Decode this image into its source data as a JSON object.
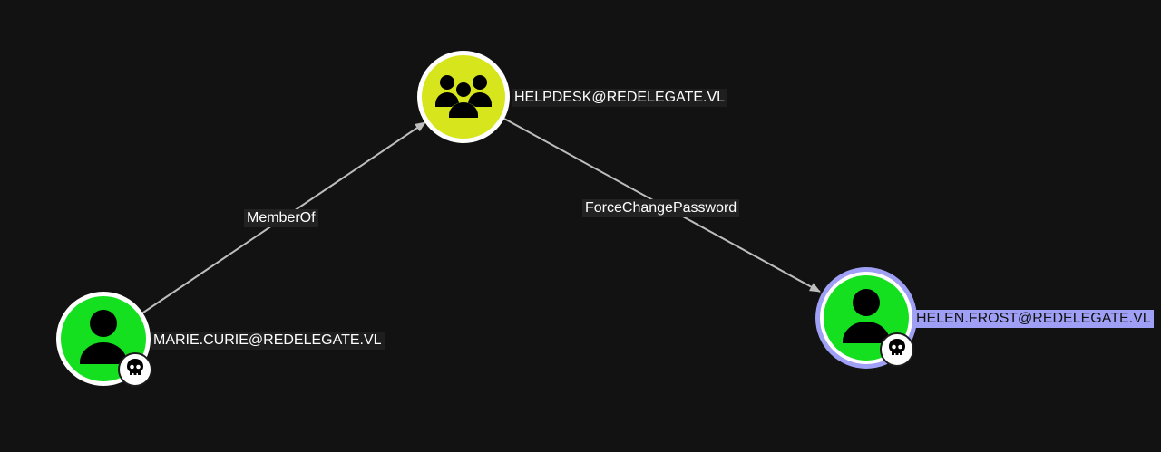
{
  "graph": {
    "colors": {
      "background": "#121212",
      "user_node_fill": "#14e01f",
      "group_node_fill": "#d7e51d",
      "node_ring": "#ffffff",
      "selected_ring": "#9fa0f5",
      "edge": "#bdbdbd"
    },
    "nodes": {
      "marie": {
        "label": "MARIE.CURIE@REDELEGATE.VL",
        "kind": "user",
        "icon": "user-icon",
        "badge_icon": "skull-icon"
      },
      "helpdesk": {
        "label": "HELPDESK@REDELEGATE.VL",
        "kind": "group",
        "icon": "group-icon"
      },
      "helen": {
        "label": "HELEN.FROST@REDELEGATE.VL",
        "kind": "user",
        "icon": "user-icon",
        "badge_icon": "skull-icon",
        "selected": true
      }
    },
    "edges": {
      "member_of": {
        "label": "MemberOf",
        "from": "MARIE.CURIE@REDELEGATE.VL",
        "to": "HELPDESK@REDELEGATE.VL"
      },
      "force_change_password": {
        "label": "ForceChangePassword",
        "from": "HELPDESK@REDELEGATE.VL",
        "to": "HELEN.FROST@REDELEGATE.VL"
      }
    }
  }
}
